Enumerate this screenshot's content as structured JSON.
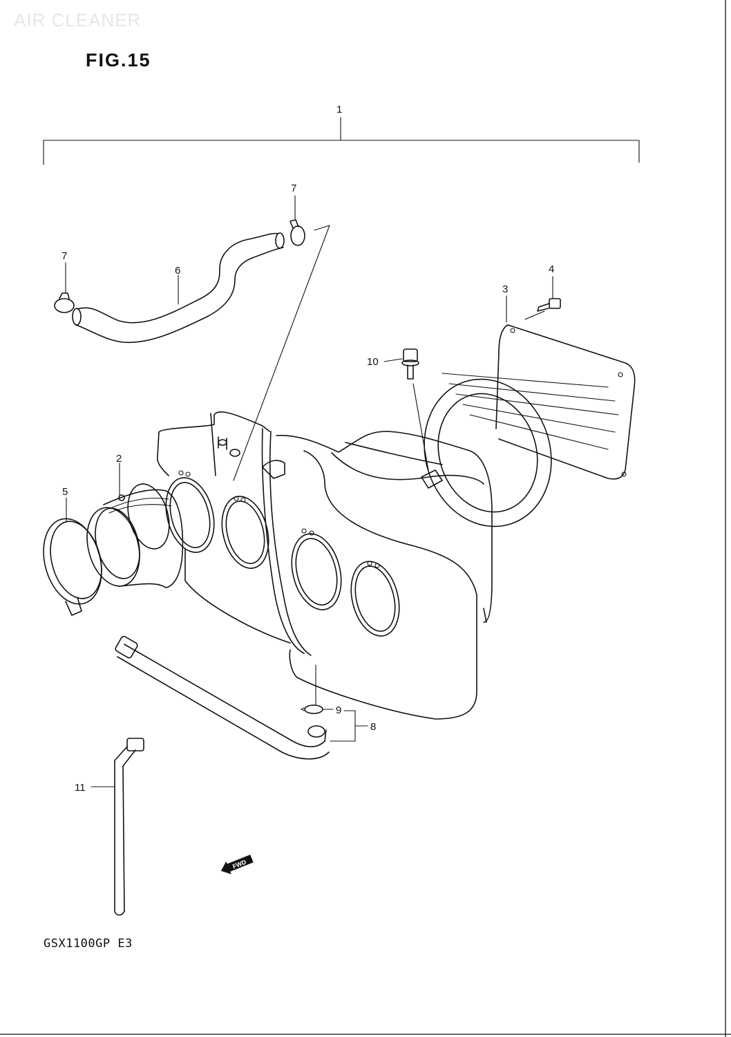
{
  "watermark": "AIR CLEANER",
  "figure_title": "FIG.15",
  "model_code": "GSX1100GP  E3",
  "fwd_label": "FWD",
  "callouts": {
    "c1": "1",
    "c2": "2",
    "c3": "3",
    "c4": "4",
    "c5": "5",
    "c6": "6",
    "c7a": "7",
    "c7b": "7",
    "c8": "8",
    "c9": "9",
    "c10": "10",
    "c11": "11"
  }
}
